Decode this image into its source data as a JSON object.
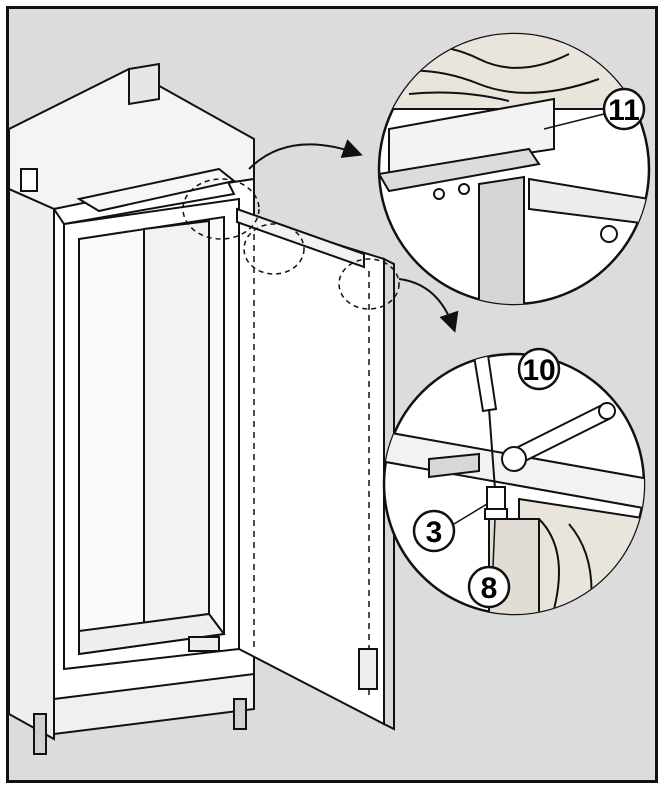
{
  "figure": {
    "description_free": true,
    "callouts": [
      {
        "id": "hinge-top",
        "label": "11"
      },
      {
        "id": "wrench",
        "label": "10"
      },
      {
        "id": "screw",
        "label": "3"
      },
      {
        "id": "nut",
        "label": "8"
      }
    ],
    "colors": {
      "background": "#dcdcdc",
      "line": "#111111",
      "panel": "#ffffff",
      "wood": "#e9e4dc"
    }
  }
}
